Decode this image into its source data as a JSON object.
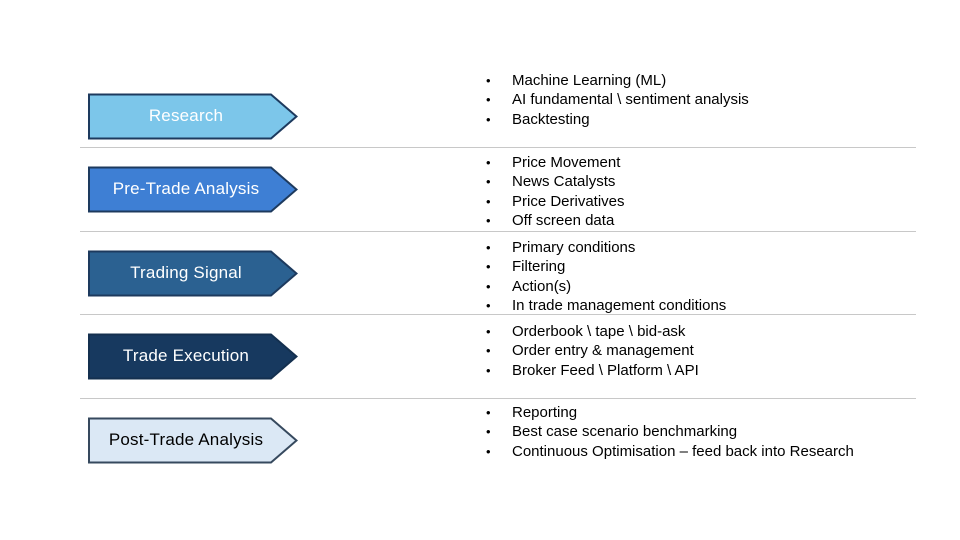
{
  "slide": {
    "background": "#ffffff",
    "divider_color": "#c8c8c8"
  },
  "rows": [
    {
      "label": "Research",
      "fill": "#7cc6ea",
      "border": "#1d3a5e",
      "text_color": "#ffffff",
      "bullets": [
        "Machine Learning (ML)",
        "AI fundamental \\ sentiment analysis",
        "Backtesting"
      ]
    },
    {
      "label": "Pre-Trade Analysis",
      "fill": "#3e7fd4",
      "border": "#1d3a5e",
      "text_color": "#ffffff",
      "bullets": [
        "Price Movement",
        "News Catalysts",
        "Price Derivatives",
        "Off screen data"
      ]
    },
    {
      "label": "Trading Signal",
      "fill": "#2b6191",
      "border": "#1d3a5e",
      "text_color": "#ffffff",
      "bullets": [
        "Primary conditions",
        "Filtering",
        "Action(s)",
        "In trade management conditions"
      ]
    },
    {
      "label": "Trade Execution",
      "fill": "#17395f",
      "border": "#14304f",
      "text_color": "#ffffff",
      "bullets": [
        "Orderbook \\ tape \\ bid-ask",
        "Order entry & management",
        "Broker Feed \\ Platform \\ API"
      ]
    },
    {
      "label": "Post-Trade Analysis",
      "fill": "#dbe8f5",
      "border": "#36495e",
      "text_color": "#000000",
      "bullets": [
        "Reporting",
        "Best case scenario benchmarking",
        "Continuous Optimisation – feed back into Research"
      ]
    }
  ],
  "bullet_glyph": "•"
}
